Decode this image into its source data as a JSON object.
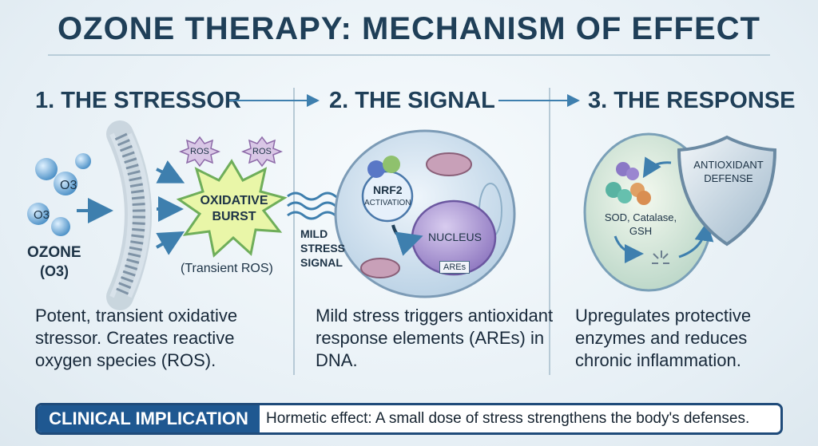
{
  "title": "OZONE THERAPY: MECHANISM OF EFFECT",
  "sections": [
    {
      "heading": "1. THE STRESSOR",
      "description": "Potent, transient oxidative stressor. Creates reactive oxygen species (ROS).",
      "labels": {
        "o3_molecule": "O3",
        "ozone": "OZONE",
        "ozone_formula": "(O3)",
        "ros": "ROS",
        "burst": "OXIDATIVE BURST",
        "transient": "(Transient ROS)"
      }
    },
    {
      "heading": "2. THE SIGNAL",
      "description": "Mild stress triggers antioxidant response elements (AREs) in DNA.",
      "labels": {
        "mild_stress": "MILD STRESS SIGNAL",
        "nrf2": "NRF2",
        "activation": "ACTIVATION",
        "nucleus": "NUCLEUS",
        "ares": "AREs"
      }
    },
    {
      "heading": "3. THE RESPONSE",
      "description": "Upregulates protective enzymes and reduces chronic inflammation.",
      "labels": {
        "defense": "ANTIOXIDANT DEFENSE",
        "enzymes": "SOD, Catalase, GSH"
      }
    }
  ],
  "footer": {
    "label": "CLINICAL IMPLICATION",
    "text": "Hormetic effect: A small dose of stress strengthens the body's defenses."
  },
  "colors": {
    "heading": "#1f3f58",
    "accent": "#1f5891",
    "arrow": "#3e7fae",
    "burst": "#e9f6a8",
    "cell": "#cfe0ee",
    "nucleus": "#a995cf"
  }
}
